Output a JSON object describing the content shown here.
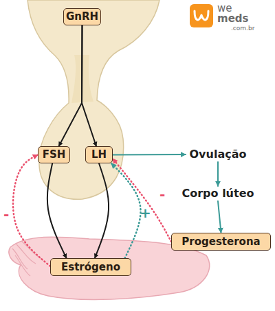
{
  "diagram": {
    "nodes": [
      {
        "text": [
          "GnRH"
        ]
      },
      {
        "text": [
          "FSH"
        ]
      },
      {
        "text": [
          "LH"
        ]
      },
      {
        "text": [
          "Ovulação"
        ]
      },
      {
        "text": [
          "Corpo lúteo"
        ]
      },
      {
        "text": [
          "Progesterona"
        ]
      },
      {
        "text": [
          "Estrógeno"
        ]
      }
    ],
    "edges": [
      {
        "from": 0,
        "to": 1,
        "arrow": "to"
      },
      {
        "from": 0,
        "to": 2,
        "arrow": "to"
      },
      {
        "from": 1,
        "to": 6,
        "arrow": "to"
      },
      {
        "from": 2,
        "to": 6,
        "arrow": "to"
      },
      {
        "from": 6,
        "to": 1,
        "label": "-",
        "arrow": "to"
      },
      {
        "from": 6,
        "to": 2,
        "label": "+",
        "arrow": "to"
      },
      {
        "from": 2,
        "to": 3,
        "arrow": "to"
      },
      {
        "from": 3,
        "to": 4,
        "arrow": "to"
      },
      {
        "from": 4,
        "to": 5,
        "arrow": "to"
      },
      {
        "from": 5,
        "to": 2,
        "label": "-",
        "arrow": "to"
      }
    ],
    "labels": [
      "we",
      "meds",
      ".com.br"
    ]
  }
}
